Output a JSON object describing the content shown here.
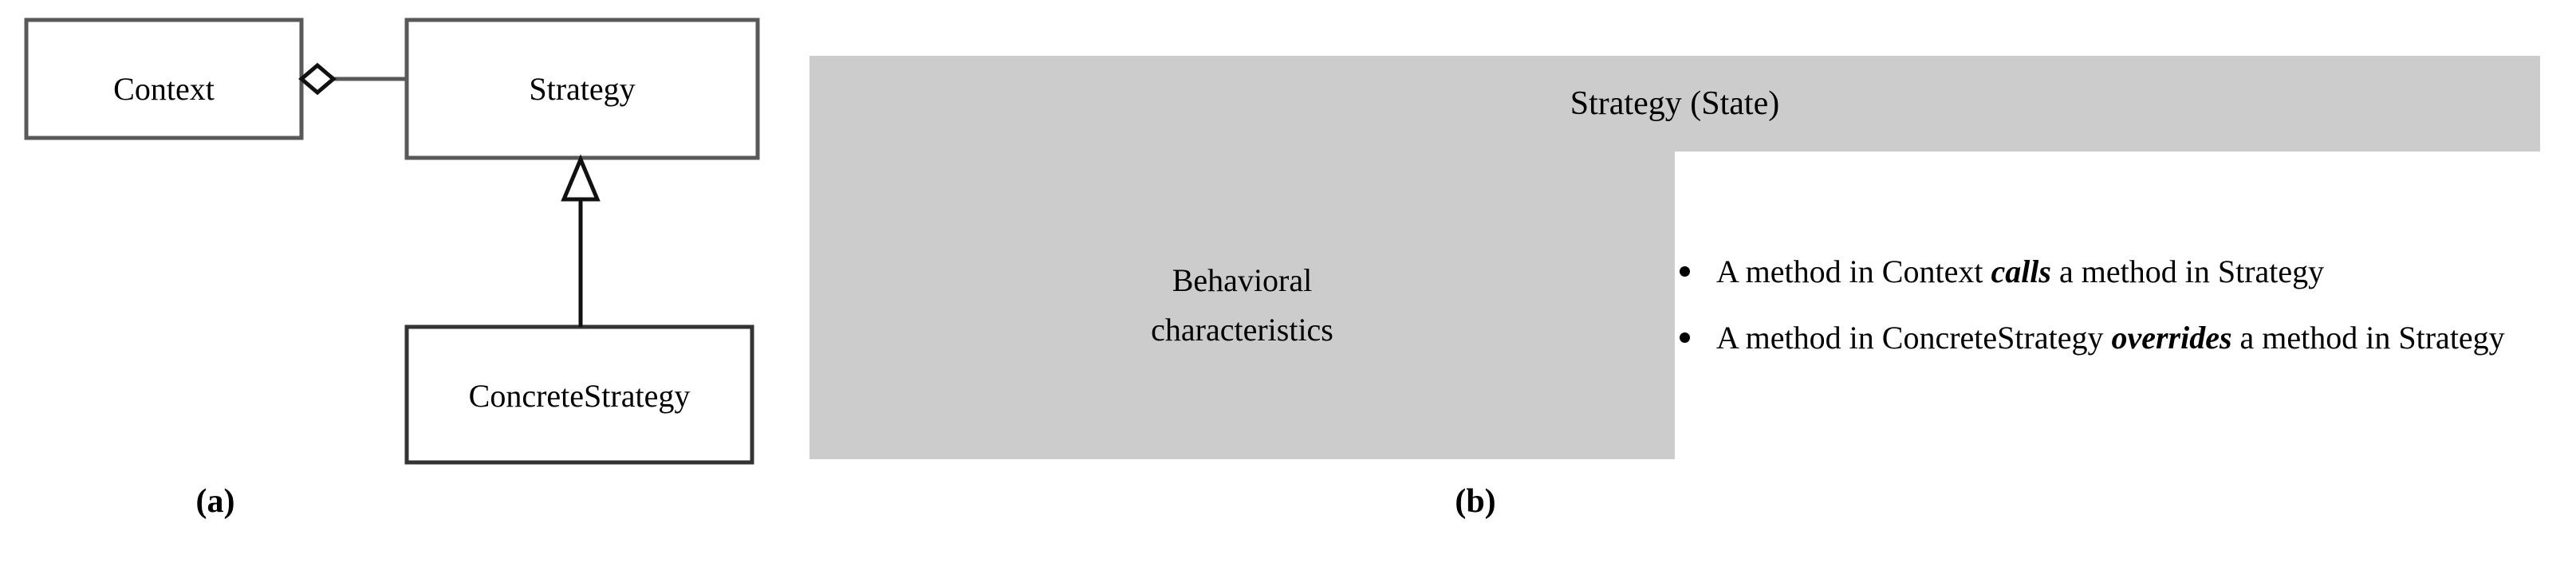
{
  "figure": {
    "caption_a": "(a)",
    "caption_b": "(b)"
  },
  "diagram": {
    "type": "uml-class-diagram",
    "classes": [
      {
        "id": "context",
        "name": "Context"
      },
      {
        "id": "strategy",
        "name": "Strategy"
      },
      {
        "id": "concrete_strategy",
        "name": "ConcreteStrategy"
      }
    ],
    "relationships": [
      {
        "kind": "aggregation",
        "from": "context",
        "to": "strategy",
        "marker": "hollow-diamond",
        "marker_at": "context"
      },
      {
        "kind": "generalization",
        "from": "concrete_strategy",
        "to": "strategy",
        "marker": "hollow-triangle",
        "marker_at": "strategy"
      }
    ]
  },
  "table": {
    "header": "Strategy (State)",
    "row_label": {
      "line1": "Behavioral",
      "line2": "characteristics"
    },
    "bullets": [
      {
        "pre": "A method in Context ",
        "keyword": "calls",
        "post": " a method in Strategy"
      },
      {
        "pre": "A method in ConcreteStrategy ",
        "keyword": "overrides",
        "post": " a method in Strategy"
      }
    ]
  },
  "colors": {
    "header_fill": "#cccccc",
    "row_label_fill": "#cccccc",
    "border": "#000000",
    "box_stroke": "#555555",
    "page_background": "#ffffff"
  }
}
